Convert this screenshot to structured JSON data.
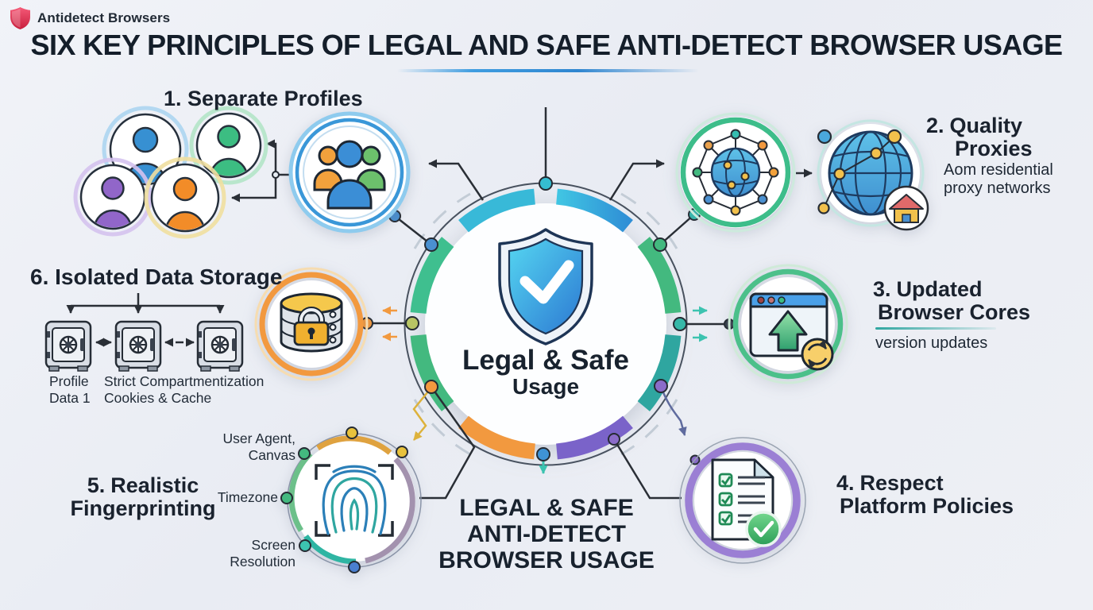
{
  "brand": {
    "name": "Antidetect Browsers",
    "logo_icon": "red-shield-icon"
  },
  "title": "SIX KEY PRINCIPLES OF LEGAL AND SAFE ANTI-DETECT BROWSER USAGE",
  "hub": {
    "icon": "shield-check-icon",
    "line1": "Legal & Safe",
    "line2": "Usage"
  },
  "footer_title": {
    "line1": "LEGAL & SAFE",
    "line2": "ANTI-DETECT",
    "line3": "BROWSER USAGE"
  },
  "principles": [
    {
      "heading": "1. Separate Profiles",
      "icon": "user-profiles-group-icon"
    },
    {
      "num": "2.",
      "title1": "Quality",
      "title2": "Proxies",
      "sub1": "Aom residential",
      "sub2": "proxy networks",
      "icon": "proxy-network-globe-icon"
    },
    {
      "num": "3.",
      "title1": "Updated",
      "title2": "Browser Cores",
      "sub1": "version updates",
      "icon": "browser-update-icon"
    },
    {
      "num": "4.",
      "title1": "Respect",
      "title2": "Platform Policies",
      "icon": "policy-checklist-icon"
    },
    {
      "num": "5.",
      "title1": "Realistic",
      "title2": "Fingerprinting",
      "icon": "fingerprint-scan-icon",
      "callouts": {
        "ua1": "User Agent,",
        "ua2": "Canvas",
        "tz": "Timezone",
        "sr1": "Screen",
        "sr2": "Resolution"
      }
    },
    {
      "heading": "6. Isolated Data Storage",
      "icon": "locked-database-icon",
      "safe_labels": {
        "l1a": "Profile",
        "l1b": "Data 1",
        "l2a": "Strict Compartmentization",
        "l2b": "Cookies & Cache"
      }
    }
  ],
  "colors": {
    "brand_red": "#e0304f",
    "title_navy": "#141e2a",
    "blue": "#3a97d8",
    "cyan": "#41c6e3",
    "green": "#43b97f",
    "teal": "#2fa6a0",
    "orange": "#f2993f",
    "yellow": "#f2c14c",
    "purple": "#8b6cc9",
    "slate_arrow": "#5f6b9e",
    "background": "#eef0f5"
  }
}
